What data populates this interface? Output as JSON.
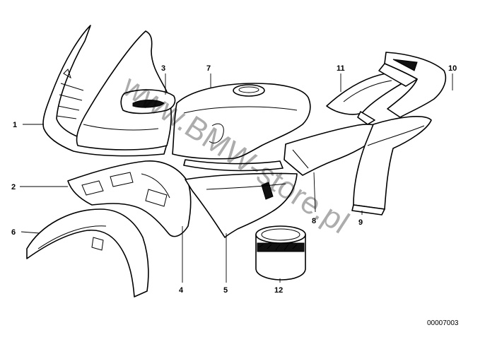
{
  "diagram": {
    "callouts": [
      {
        "id": "1",
        "label": "1"
      },
      {
        "id": "2",
        "label": "2"
      },
      {
        "id": "3",
        "label": "3"
      },
      {
        "id": "4",
        "label": "4"
      },
      {
        "id": "5",
        "label": "5"
      },
      {
        "id": "6",
        "label": "6"
      },
      {
        "id": "7",
        "label": "7"
      },
      {
        "id": "8",
        "label": "8"
      },
      {
        "id": "9",
        "label": "9"
      },
      {
        "id": "10",
        "label": "10"
      },
      {
        "id": "11",
        "label": "11"
      },
      {
        "id": "12",
        "label": "12"
      }
    ],
    "watermark": "www.BMW-store.pl",
    "document_number": "00007003"
  }
}
